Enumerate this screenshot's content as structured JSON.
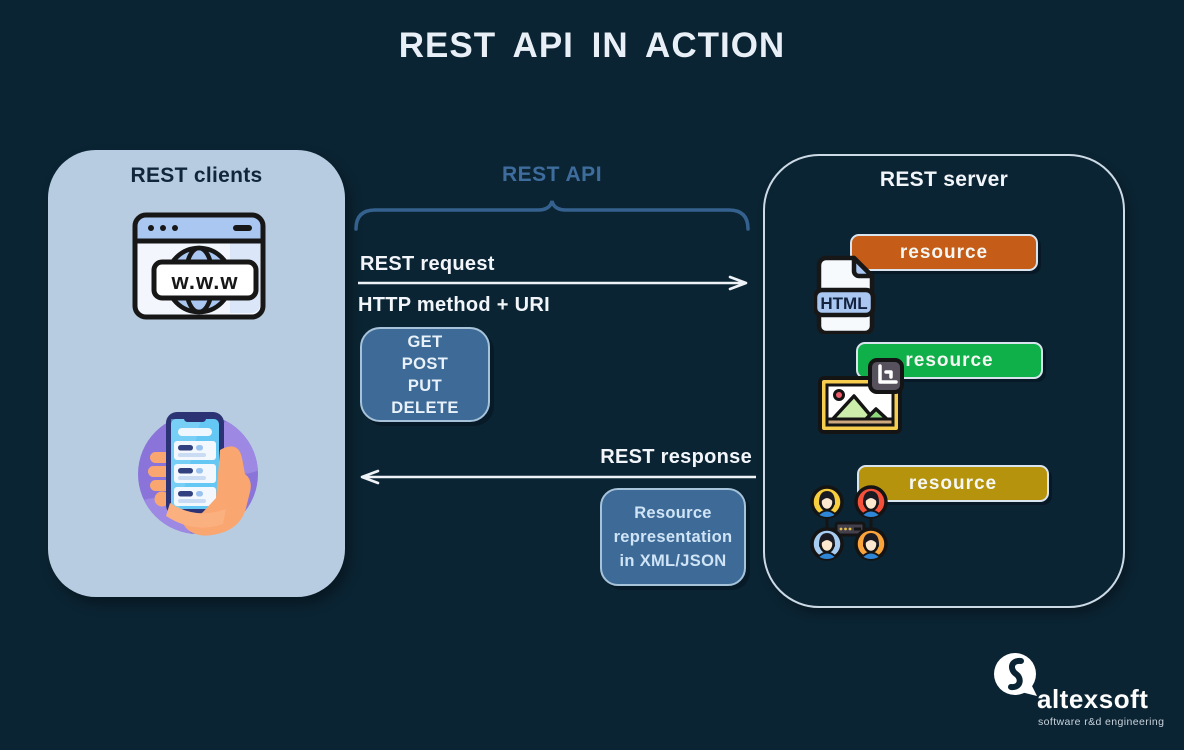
{
  "title": "REST API IN ACTION",
  "client_panel": {
    "title": "REST clients",
    "browser_icon_text": "w.w.w"
  },
  "api": {
    "label": "REST API",
    "request_label": "REST request",
    "request_sub": "HTTP method + URI",
    "methods": [
      "GET",
      "POST",
      "PUT",
      "DELETE"
    ],
    "response_label": "REST response",
    "response_box_lines": [
      "Resource",
      "representation",
      "in XML/JSON"
    ]
  },
  "server_panel": {
    "title": "REST server",
    "html_icon_text": "HTML",
    "resources": [
      {
        "label": "resource",
        "color": "#c55c17",
        "icon": "html-file-icon"
      },
      {
        "label": "resource",
        "color": "#0fb04a",
        "icon": "image-icon"
      },
      {
        "label": "resource",
        "color": "#b6930c",
        "icon": "users-network-icon"
      }
    ]
  },
  "logo": {
    "name": "altexsoft",
    "tagline": "software r&d engineering"
  },
  "colors": {
    "background": "#0b2433",
    "client_panel_fill": "#b7cce0",
    "server_panel_border": "#ccdae6",
    "api_accent": "#3e6c9d",
    "bracket": "#35618f",
    "box_fill": "#3d6a96",
    "box_border": "#a6c3da",
    "arrow": "#eef3f8",
    "resource_orange": "#c55c17",
    "resource_green": "#0fb04a",
    "resource_gold": "#b6930c",
    "title_text": "#e9eff6",
    "dark_text": "#10263b"
  }
}
